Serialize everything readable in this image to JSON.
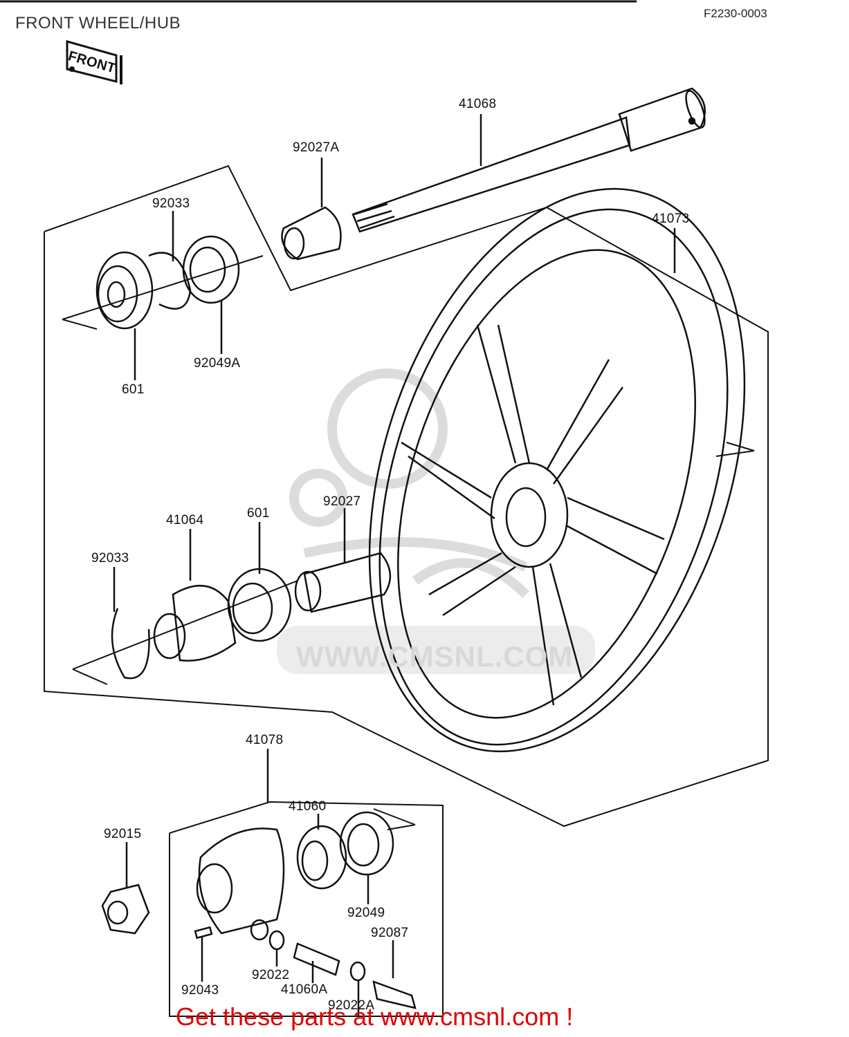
{
  "title": "FRONT WHEEL/HUB",
  "diagram_code": "F2230-0003",
  "front_marker": "FRONT",
  "watermark": {
    "logo": "cmsnl-logo",
    "url": "WWW.CMSNL.COM"
  },
  "parts": [
    {
      "id": "p1",
      "number": "41068"
    },
    {
      "id": "p2",
      "number": "92027A"
    },
    {
      "id": "p3",
      "number": "41073"
    },
    {
      "id": "p4",
      "number": "92033"
    },
    {
      "id": "p5",
      "number": "92049A"
    },
    {
      "id": "p6",
      "number": "601"
    },
    {
      "id": "p7",
      "number": "41064"
    },
    {
      "id": "p8",
      "number": "601"
    },
    {
      "id": "p9",
      "number": "92027"
    },
    {
      "id": "p10",
      "number": "92033"
    },
    {
      "id": "p11",
      "number": "41078"
    },
    {
      "id": "p12",
      "number": "41060"
    },
    {
      "id": "p13",
      "number": "92015"
    },
    {
      "id": "p14",
      "number": "92049"
    },
    {
      "id": "p15",
      "number": "92087"
    },
    {
      "id": "p16",
      "number": "92022"
    },
    {
      "id": "p17",
      "number": "92043"
    },
    {
      "id": "p18",
      "number": "41060A"
    },
    {
      "id": "p19",
      "number": "92022A"
    }
  ],
  "call_to_action": "Get these parts at www.cmsnl.com !",
  "colors": {
    "line": "#111111",
    "cta": "#e00000",
    "watermark": "#d8d8d8"
  }
}
